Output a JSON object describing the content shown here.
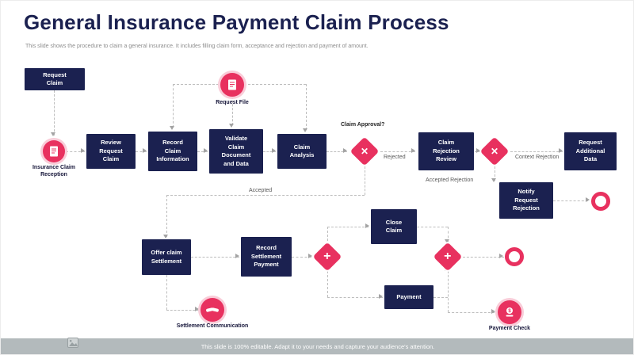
{
  "slide": {
    "title": "General Insurance Payment Claim Process",
    "subtitle": "This slide shows the procedure to claim a general insurance. It includes filling claim form, acceptance and rejection and payment of amount.",
    "footer": "This slide is 100% editable. Adapt it to your needs and capture your audience's attention."
  },
  "colors": {
    "navy": "#1b2150",
    "pink": "#e8315f",
    "connector": "#bdbdbd"
  },
  "nodes": {
    "request_claim": "Request Claim",
    "insurance_claim_reception": "Insurance Claim Reception",
    "review_request_claim": "Review Request Claim",
    "record_claim_information": "Record Claim Information",
    "validate_claim_document": "Validate Claim Document and Data",
    "claim_analysis": "Claim Analysis",
    "request_file": "Request File",
    "claim_rejection_review": "Claim Rejection Review",
    "request_additional_data": "Request Additional Data",
    "notify_request_rejection": "Notify Request Rejection",
    "offer_claim_settlement": "Offer claim Settlement",
    "record_settlement_payment": "Record Settlement Payment",
    "close_claim": "Close Claim",
    "payment": "Payment",
    "settlement_communication": "Settlement Communication",
    "payment_check": "Payment Check"
  },
  "edge_labels": {
    "claim_approval": "Claim Approval?",
    "rejected": "Rejected",
    "accepted": "Accepted",
    "context_rejection": "Context Rejection",
    "accepted_rejection": "Accepted Rejection"
  },
  "icons": {
    "decision_x": "✕",
    "merge_plus": "+"
  }
}
